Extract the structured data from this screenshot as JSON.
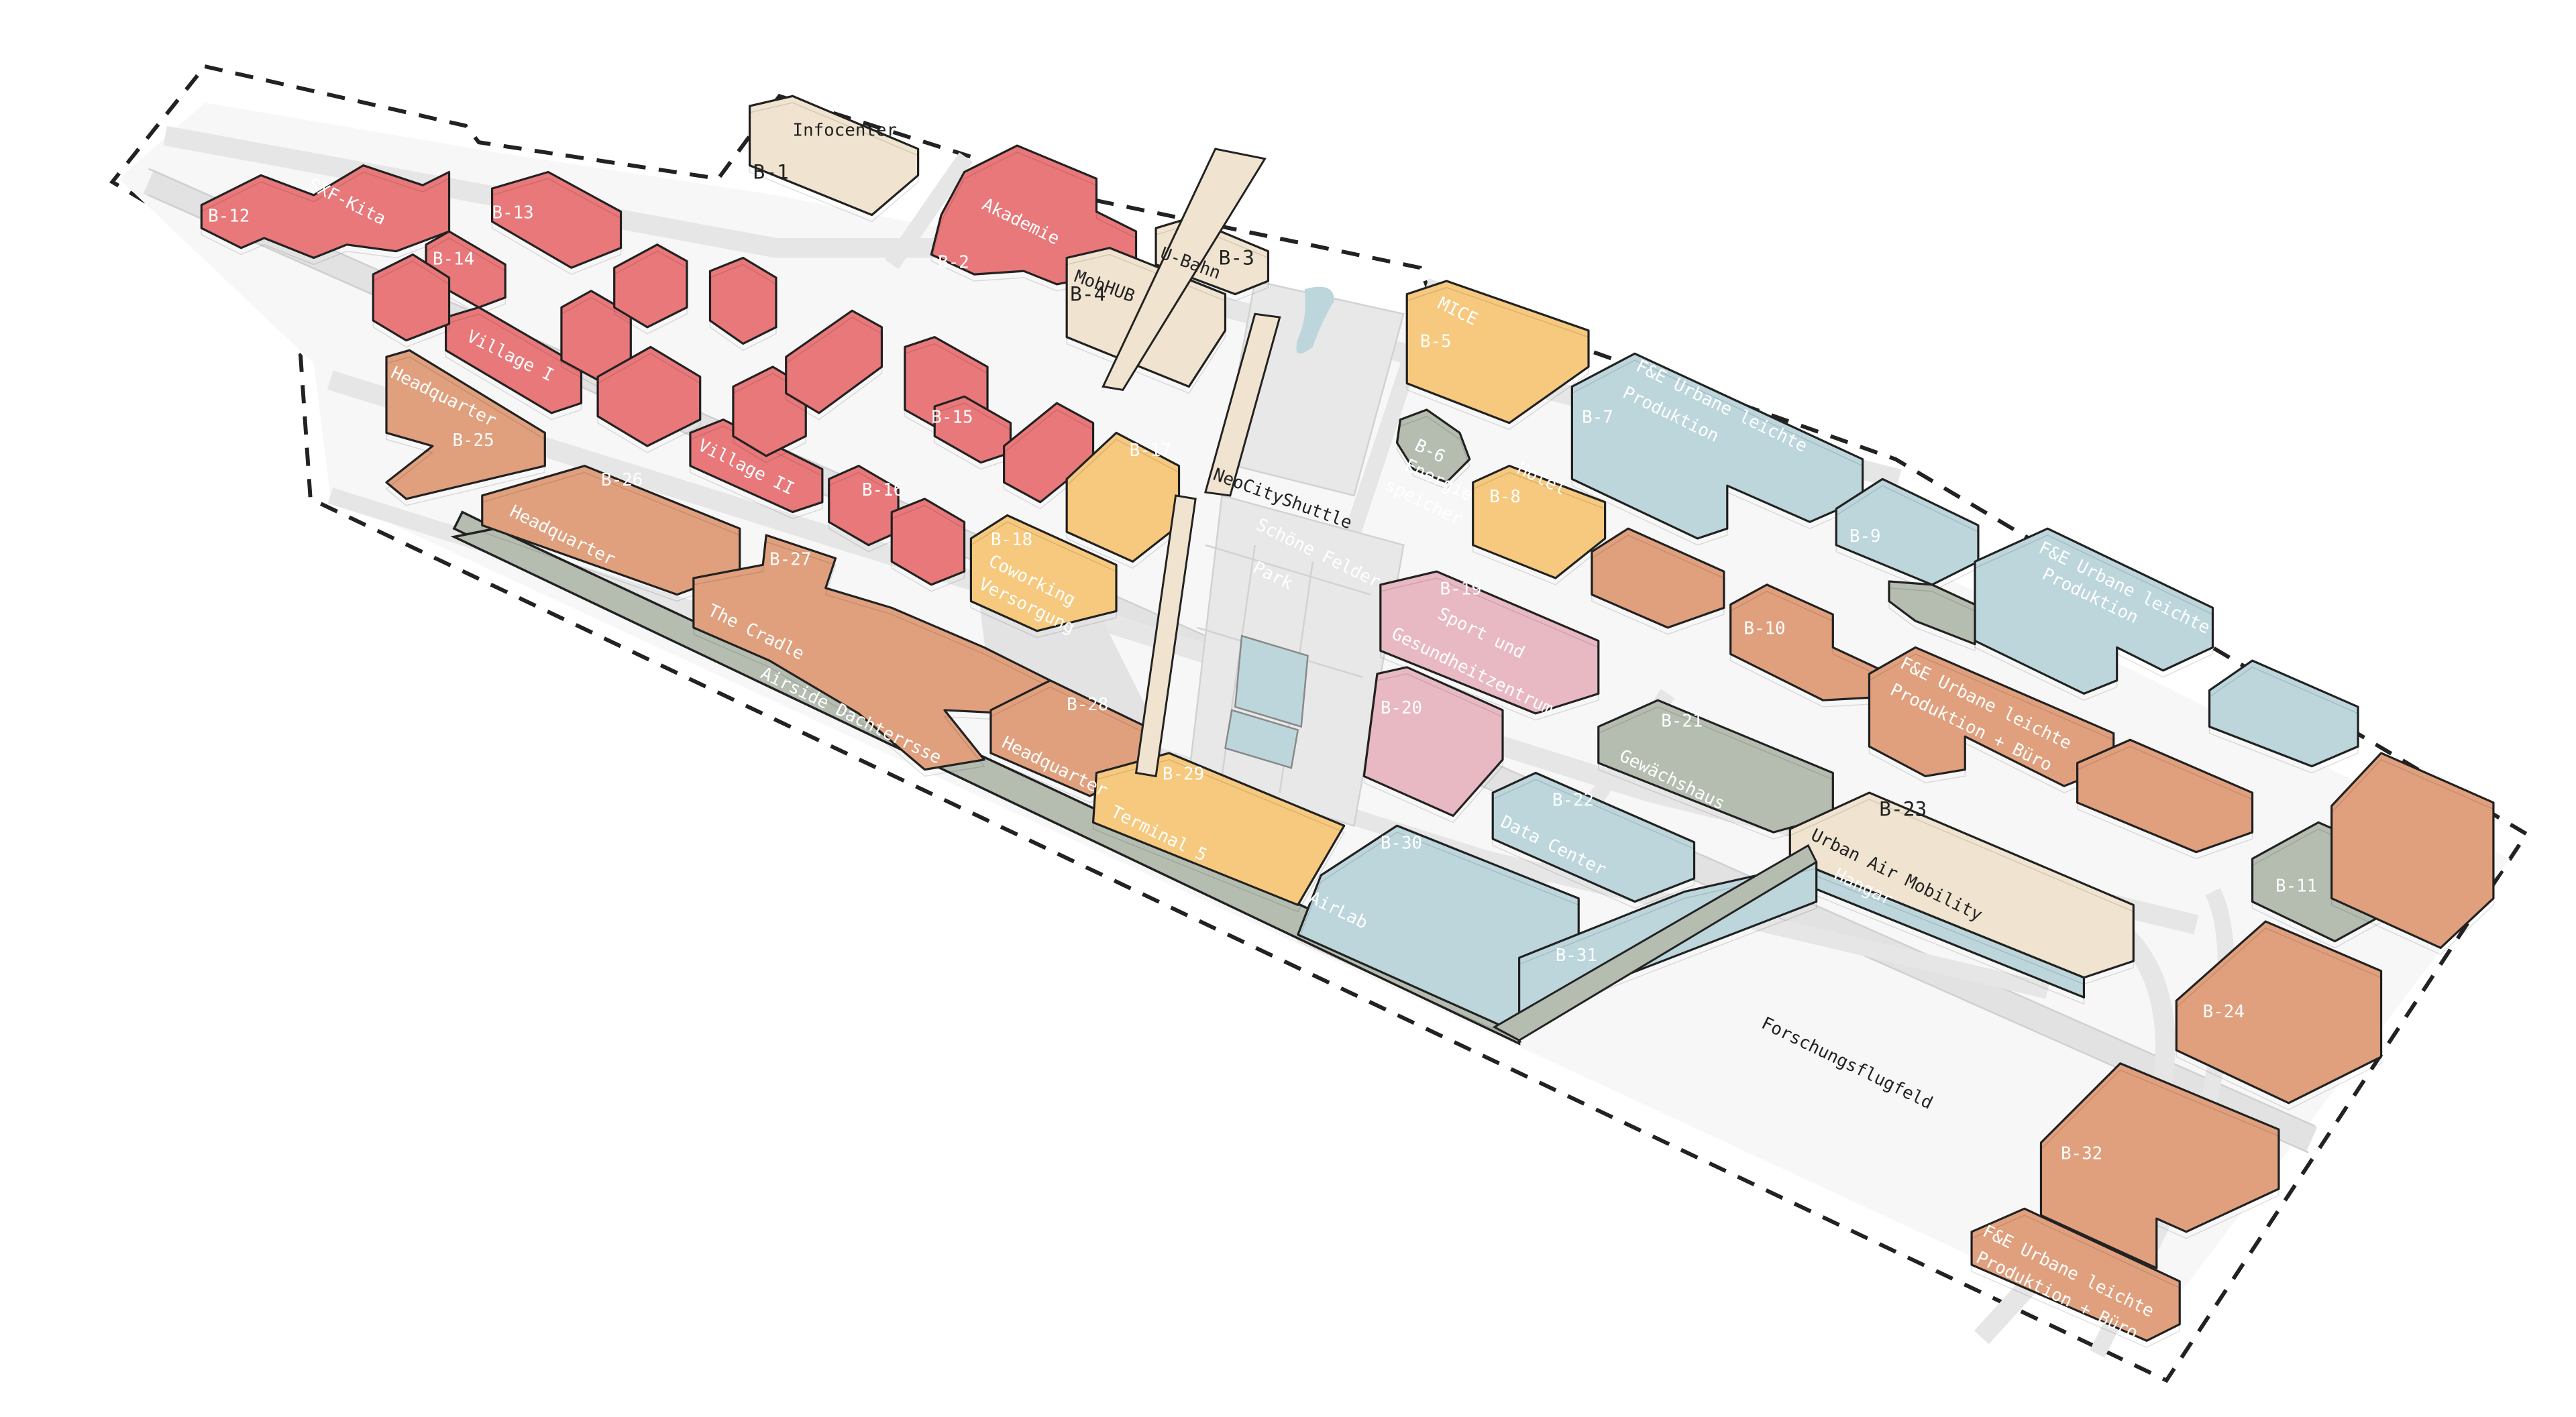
{
  "colors": {
    "red": "#e9787a",
    "orange": "#e0a07e",
    "yellow": "#f6c97e",
    "beige": "#f0e4d0",
    "blue": "#bcd6dc",
    "grey": "#b5bcb0",
    "pink": "#e8b9c3",
    "street": "#e9e9e9",
    "outline": "#222222"
  },
  "labels": {
    "b1": "B-1",
    "infocenter": "Infocenter",
    "b2": "B-2",
    "akademie": "Akademie",
    "b3": "B-3",
    "ubahn": "U-Bahn",
    "b4": "B-4",
    "mobhub": "MobHUB",
    "b5": "B-5",
    "mice": "MICE",
    "b6": "B-6",
    "energie": "Energie",
    "speicher": "speicher",
    "b7": "B-7",
    "fe_ul_a": "F&E Urbane leichte",
    "prod_a": "Produktion",
    "b8": "B-8",
    "hotel": "Hotel",
    "b9": "B-9",
    "fe_ul_b": "F&E Urbane leichte",
    "prod_b": "Produktion",
    "b10": "B-10",
    "fe_ul_c": "F&E Urbane leichte",
    "prodbuero_c": "Produktion + Büro",
    "b11": "B-11",
    "b12": "B-12",
    "sxfkita": "SXF-Kita",
    "b13": "B-13",
    "b14": "B-14",
    "village1": "Village I",
    "b15": "B-15",
    "village2": "Village II",
    "b16": "B-16",
    "b17": "B-17",
    "b18": "B-18",
    "coworking": "Coworking",
    "versorgung": "Versorgung",
    "neocity": "NeoCityShuttle",
    "schoene": "Schöne Felder",
    "park": "Park",
    "b19": "B-19",
    "sport": "Sport und",
    "gesundheit": "Gesundheitzentrum",
    "b20": "B-20",
    "b21": "B-21",
    "gewaechshaus": "Gewächshaus",
    "b22": "B-22",
    "datacenter": "Data Center",
    "b23": "B-23",
    "uam": "Urban Air Mobility",
    "hangar": "Hangar",
    "b24": "B-24",
    "b25": "B-25",
    "hq25": "Headquarter",
    "b26": "B-26",
    "hq26": "Headquarter",
    "b27": "B-27",
    "cradle": "The Cradle",
    "b28": "B-28",
    "hq28": "Headquarter",
    "airside": "Airside Dachterrsse",
    "b29": "B-29",
    "terminal5": "Terminal 5",
    "b30": "B-30",
    "airlab": "AirLab",
    "b31": "B-31",
    "b32": "B-32",
    "fe_ul_d": "F&E Urbane leichte",
    "prodbuero_d": "Produktion + Büro",
    "forschung": "Forschungsflugfeld"
  }
}
